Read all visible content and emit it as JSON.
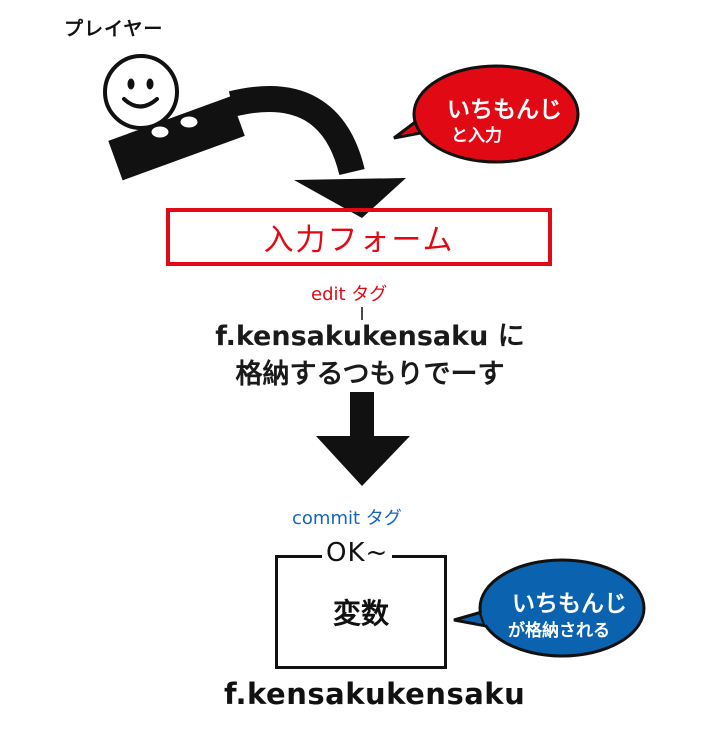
{
  "player_label": "プレイヤー",
  "bubble_top": {
    "line1": "いちもんじ",
    "line2": "と入力",
    "color": "#e10a14"
  },
  "form_label": "入力フォーム",
  "edit_tag": "edit タグ",
  "description": {
    "line1": "f.kensakukensaku に",
    "line2": "格納するつもりでーす"
  },
  "commit_tag": "commit タグ",
  "ok_label": "OK~",
  "variable_label": "変数",
  "bubble_bottom": {
    "line1": "いちもんじ",
    "line2": "が格納される",
    "color": "#0b63b0"
  },
  "variable_name": "f.kensakukensaku",
  "colors": {
    "accent_red": "#e10a14",
    "accent_blue": "#1565c0"
  }
}
